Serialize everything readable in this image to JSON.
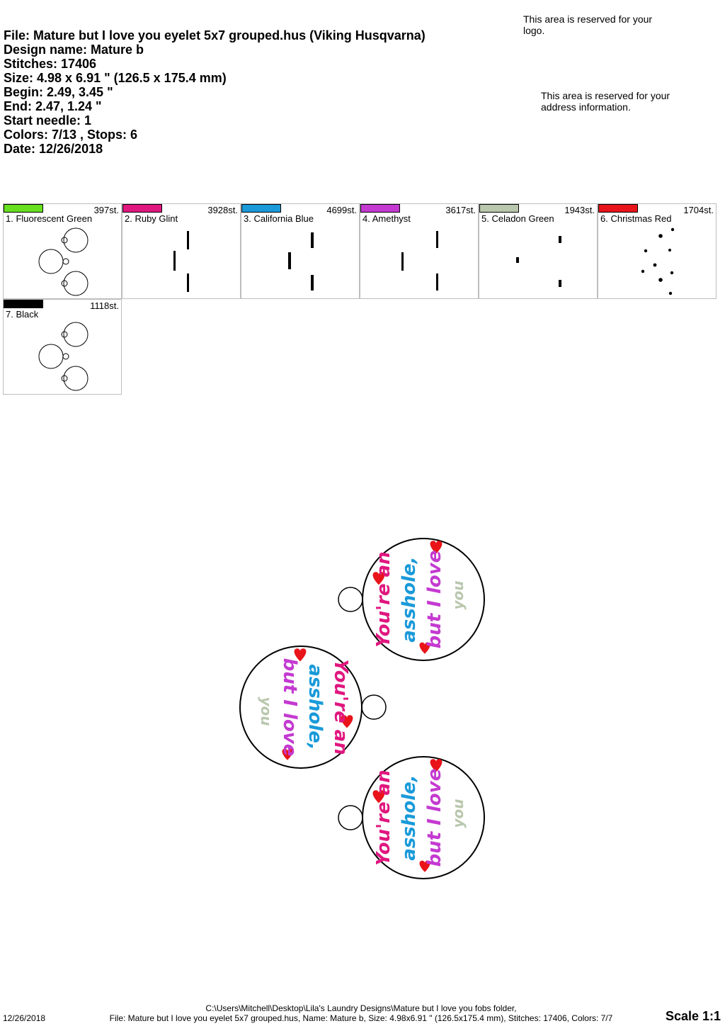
{
  "header": {
    "file": "File: Mature but I love you eyelet 5x7 grouped.hus  (Viking Husqvarna)",
    "design_name": "Design name: Mature b",
    "stitches": "Stitches: 17406",
    "size": "Size: 4.98 x 6.91 \" (126.5 x 175.4 mm)",
    "begin": "Begin: 2.49, 3.45 \"",
    "end": "End: 2.47, 1.24 \"",
    "start_needle": "Start needle: 1",
    "colors": "Colors: 7/13 , Stops: 6",
    "date": "Date: 12/26/2018"
  },
  "reserved": {
    "logo": "This area is reserved for your logo.",
    "address": "This area is reserved for your address information."
  },
  "colors": [
    {
      "name": "1. Fluorescent Green",
      "stitches": "397st.",
      "hex": "#66e01f"
    },
    {
      "name": "2. Ruby Glint",
      "stitches": "3928st.",
      "hex": "#e0177f"
    },
    {
      "name": "3. California Blue",
      "stitches": "4699st.",
      "hex": "#1a9ad9"
    },
    {
      "name": "4. Amethyst",
      "stitches": "3617st.",
      "hex": "#c43ad1"
    },
    {
      "name": "5. Celadon Green",
      "stitches": "1943st.",
      "hex": "#b9c7ad"
    },
    {
      "name": "6. Christmas Red",
      "stitches": "1704st.",
      "hex": "#e8141a"
    },
    {
      "name": "7. Black",
      "stitches": "1118st.",
      "hex": "#000000"
    }
  ],
  "fob_text": {
    "line1": "You're an",
    "line2": "asshole,",
    "line3": "but I love",
    "line4": "you"
  },
  "footer": {
    "date": "12/26/2018",
    "path": "C:\\Users\\Mitchell\\Desktop\\Lila's Laundry Designs\\Mature but I love you fobs folder,",
    "summary": "File: Mature but I love you eyelet 5x7 grouped.hus, Name: Mature b, Size: 4.98x6.91 \" (126.5x175.4 mm), Stitches: 17406, Colors: 7/7",
    "scale": "Scale 1:1"
  }
}
